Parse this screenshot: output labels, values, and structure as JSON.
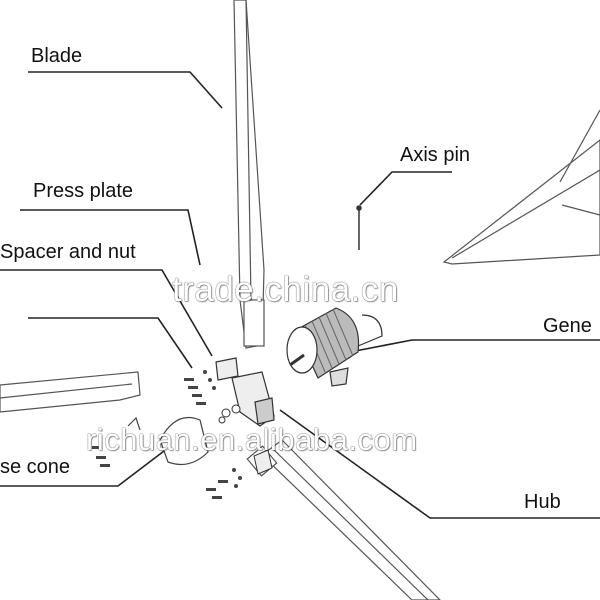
{
  "labels": {
    "blade": "Blade",
    "axis_pin": "Axis pin",
    "press_plate": "Press plate",
    "spacer_and_nut": "Spacer and nut",
    "generator": "Gene",
    "nose_cone": "se cone",
    "hub": "Hub"
  },
  "watermarks": {
    "site": "trade.china.cn",
    "company": "richuan.en.alibaba.com"
  },
  "colors": {
    "line": "#222222",
    "part": "#555555",
    "watermark_fill": "#ffffff"
  }
}
